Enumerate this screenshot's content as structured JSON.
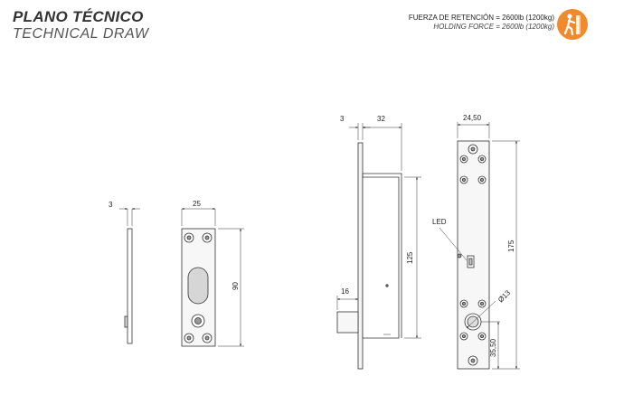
{
  "header": {
    "title": "PLANO TÉCNICO",
    "subtitle": "TECHNICAL DRAW"
  },
  "spec": {
    "holding_force_es": "FUERZA DE RETENCIÓN = 2600lb (1200kg)",
    "holding_force_en": "HOLDING FORCE = 2600lb (1200kg)"
  },
  "badge": {
    "icon": "person-pushing-door-icon",
    "color": "#f08a2c"
  },
  "dimensions": {
    "plate_thickness": "3",
    "plate_width": "25",
    "plate_height": "90",
    "side_thickness": "3",
    "side_depth": "32",
    "side_body_height": "125",
    "side_bolt": "16",
    "front_width": "24,50",
    "front_height": "175",
    "front_hole_diameter": "Ø13",
    "front_hole_offset": "35,50",
    "led_label": "LED"
  }
}
